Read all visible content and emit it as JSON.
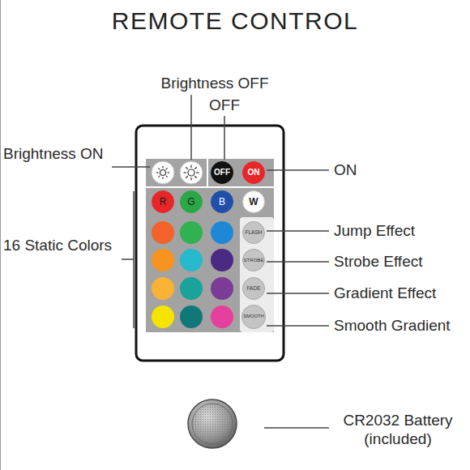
{
  "diagram": {
    "title": "REMOTE CONTROL",
    "nodes": [
      {
        "text": [
          "OFF"
        ]
      },
      {
        "text": [
          "ON"
        ]
      },
      {
        "text": [
          "R"
        ]
      },
      {
        "text": [
          "G"
        ]
      },
      {
        "text": [
          "B"
        ]
      },
      {
        "text": [
          "W"
        ]
      },
      {
        "text": [
          "FLASH"
        ]
      },
      {
        "text": [
          "STROBE"
        ]
      },
      {
        "text": [
          "FADE"
        ]
      },
      {
        "text": [
          "SMOOTH"
        ]
      }
    ],
    "labels": [
      "Brightness OFF",
      "OFF",
      "Brightness ON",
      "ON",
      "16 Static Colors",
      "Jump Effect",
      "Strobe Effect",
      "Gradient Effect",
      "Smooth Gradient",
      "CR2032 Battery (included)"
    ]
  }
}
